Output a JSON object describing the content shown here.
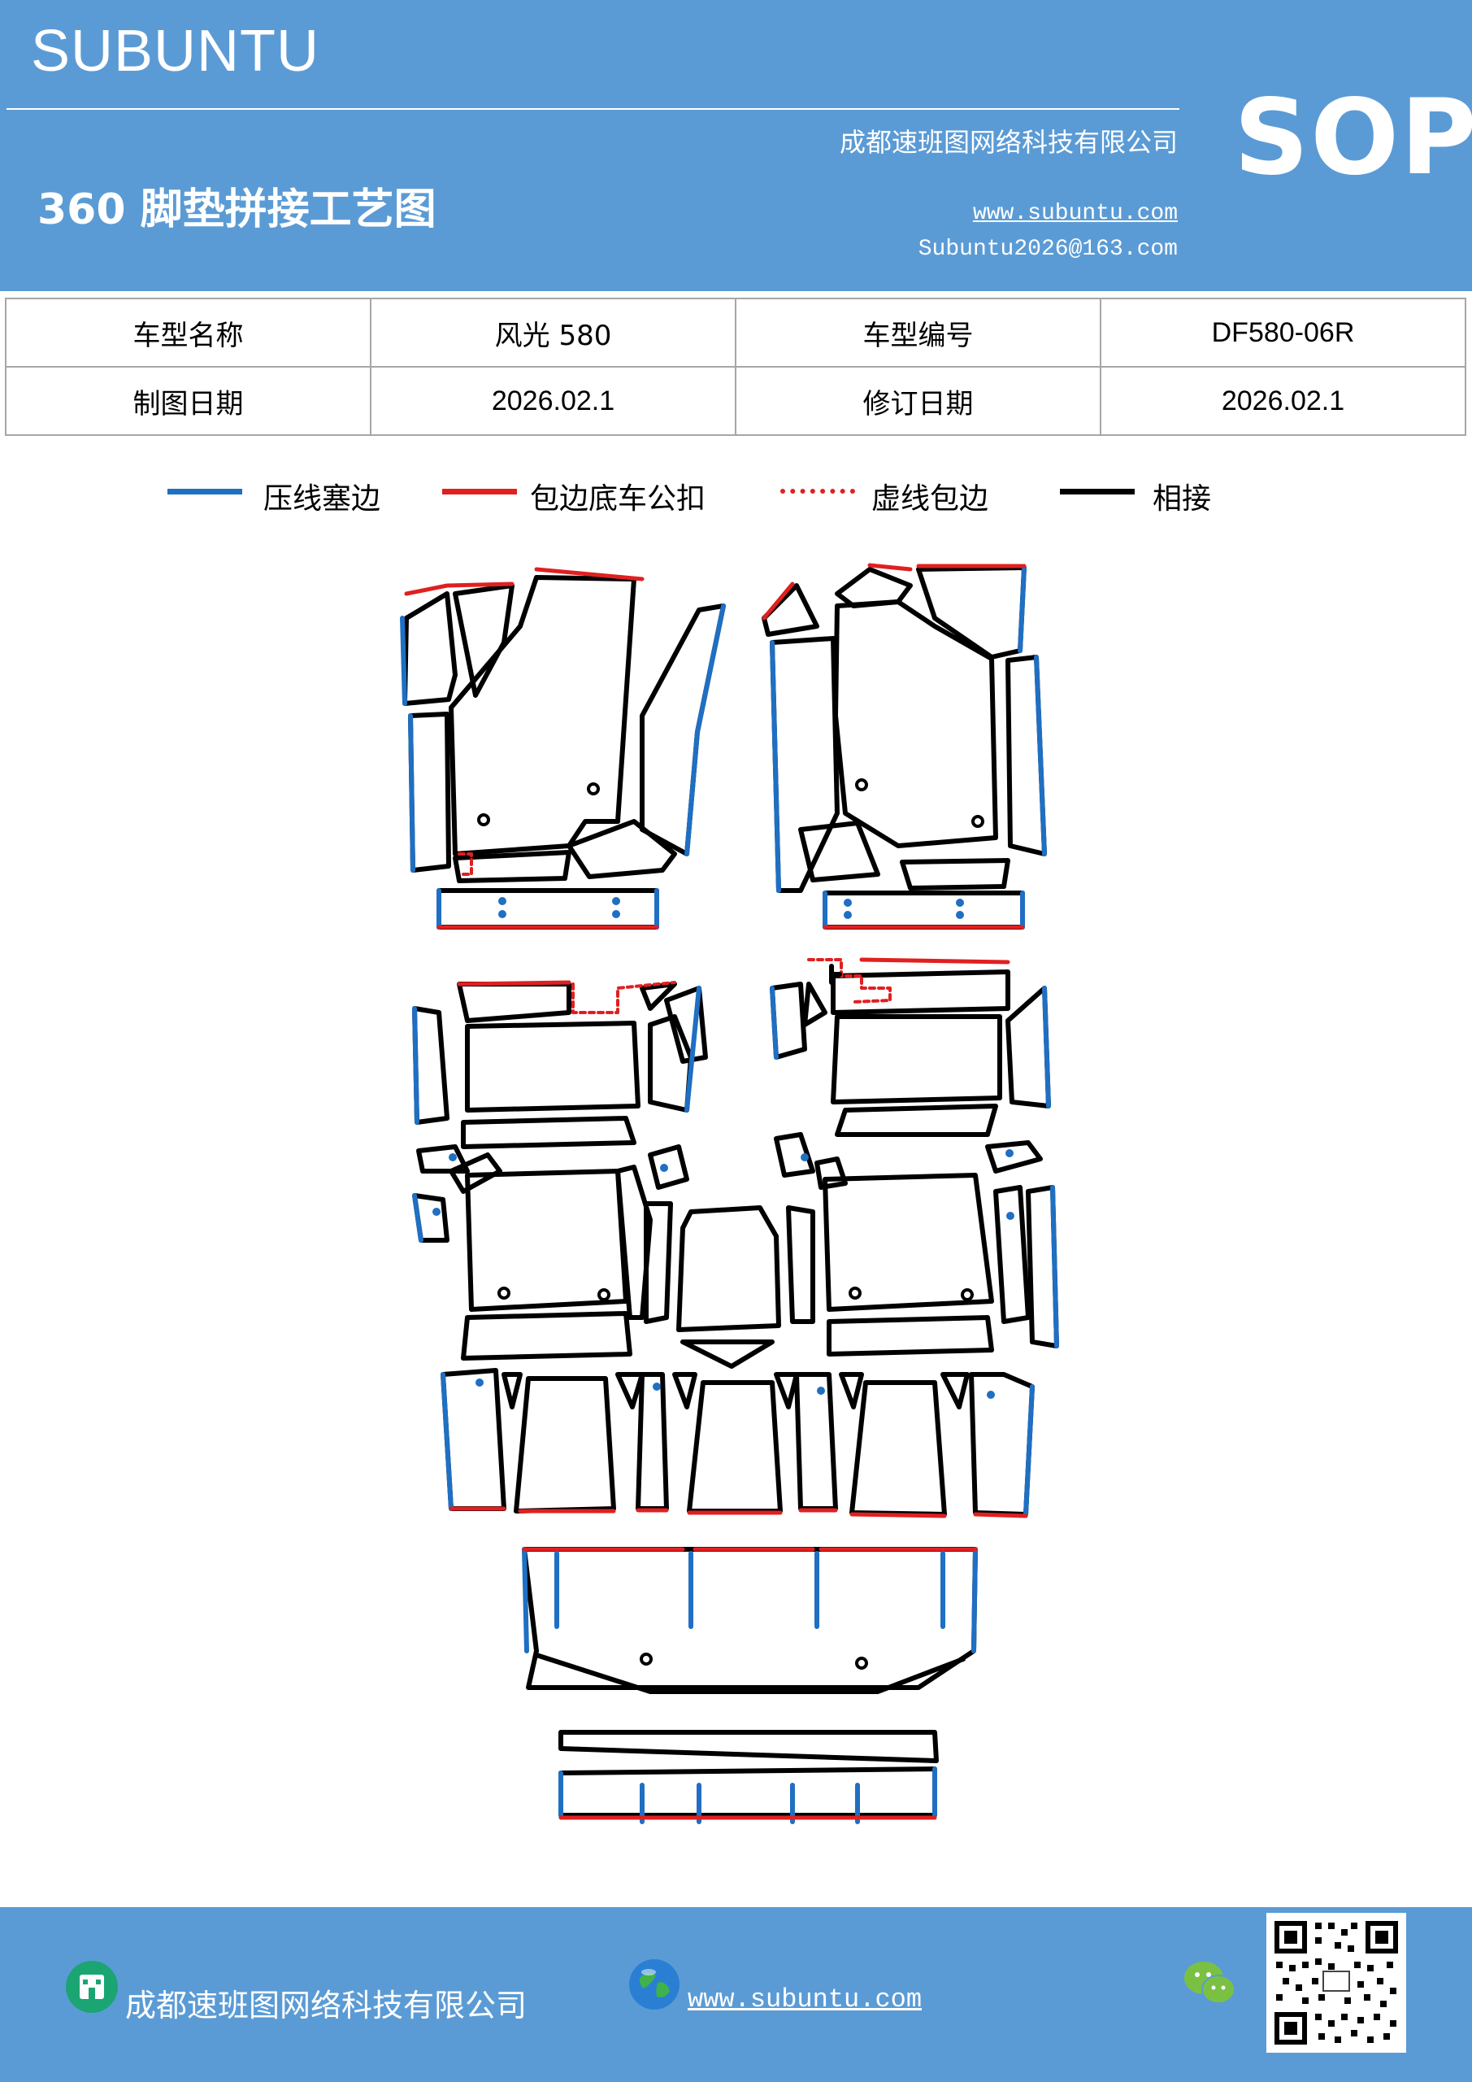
{
  "header": {
    "brand": "SUBUNTU",
    "company": "成都速班图网络科技有限公司",
    "title": "360 脚垫拼接工艺图",
    "website": "www.subuntu.com",
    "email": "Subuntu2026@163.com",
    "badge": "SOP"
  },
  "info": {
    "model_name_label": "车型名称",
    "model_name": "风光 580",
    "model_code_label": "车型编号",
    "model_code": "DF580-06R",
    "draw_date_label": "制图日期",
    "draw_date": "2026.02.1",
    "revise_date_label": "修订日期",
    "revise_date": "2026.02.1"
  },
  "legend": [
    {
      "label": "压线塞边",
      "color": "#1f6fc2",
      "style": "solid"
    },
    {
      "label": "包边底车公扣",
      "color": "#e02020",
      "style": "solid"
    },
    {
      "label": "虚线包边",
      "color": "#e02020",
      "style": "dotted"
    },
    {
      "label": "相接",
      "color": "#000000",
      "style": "solid"
    }
  ],
  "footer": {
    "company": "成都速班图网络科技有限公司",
    "website": "www.subuntu.com"
  },
  "icons": {
    "company": "building-icon",
    "website": "globe-icon",
    "wechat": "wechat-icon",
    "qr": "qr-code"
  }
}
